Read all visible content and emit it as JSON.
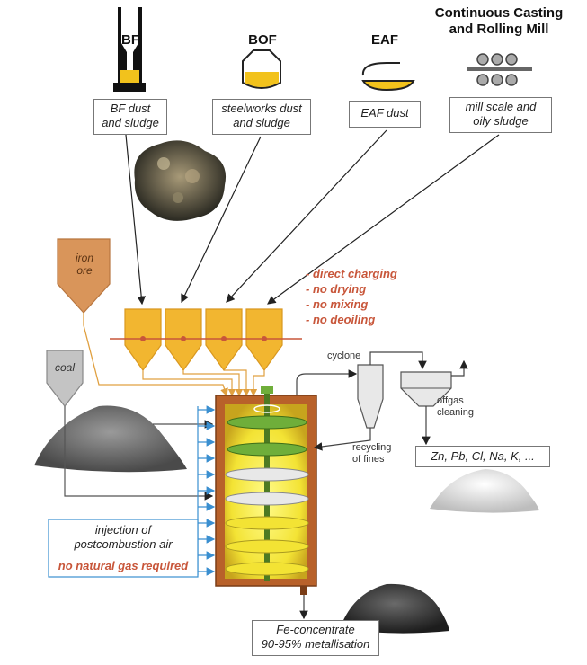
{
  "sources": {
    "bf": {
      "title": "BF",
      "line1": "BF dust",
      "line2": "and sludge"
    },
    "bof": {
      "title": "BOF",
      "line1": "steelworks dust",
      "line2": "and sludge"
    },
    "eaf": {
      "title": "EAF",
      "line1": "EAF dust"
    },
    "ccr": {
      "title_line1": "Continuous Casting",
      "title_line2": "and Rolling Mill",
      "line1": "mill scale and",
      "line2": "oily sludge"
    }
  },
  "feed": {
    "iron_ore_line1": "iron",
    "iron_ore_line2": "ore",
    "coal": "coal"
  },
  "benefits": [
    "- direct charging",
    "- no drying",
    "- no mixing",
    "- no deoiling"
  ],
  "process": {
    "cyclone": "cyclone",
    "offgas_line1": "offgas",
    "offgas_line2": "cleaning",
    "recycling_line1": "recycling",
    "recycling_line2": "of fines",
    "byproducts": "Zn, Pb, Cl, Na, K, ...",
    "injection_line1": "injection of",
    "injection_line2": "postcombustion air",
    "no_gas": "no natural gas required",
    "product_line1": "Fe-concentrate",
    "product_line2": "90-95% metallisation"
  },
  "colors": {
    "hopper": "#f2b630",
    "ore": "#d9955a",
    "coal": "#c4c4c4",
    "furnace_shell": "#b8612a",
    "glow": "#f7ef3a",
    "hearth": "#6fae3a",
    "air_line": "#3a8fd0",
    "red_text": "#c8563a"
  }
}
